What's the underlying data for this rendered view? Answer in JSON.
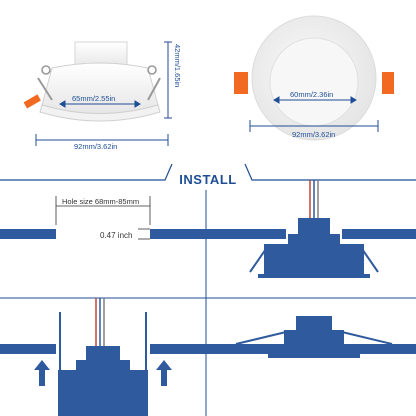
{
  "product": {
    "cutout_diameter": "65mm/2.55in",
    "height": "42mm/1.65in",
    "outer_diameter_side": "92mm/3.62in",
    "lens_diameter": "60mm/2.36in",
    "outer_diameter_front": "92mm/3.62in"
  },
  "install": {
    "title": "INSTALL",
    "hole_size": "Hole size 68mm-85mm",
    "ceiling_thickness": "0.47 inch"
  },
  "colors": {
    "line_blue": "#1f4e96",
    "diagram_blue": "#2f5a9e",
    "spring_orange": "#f26a21"
  }
}
